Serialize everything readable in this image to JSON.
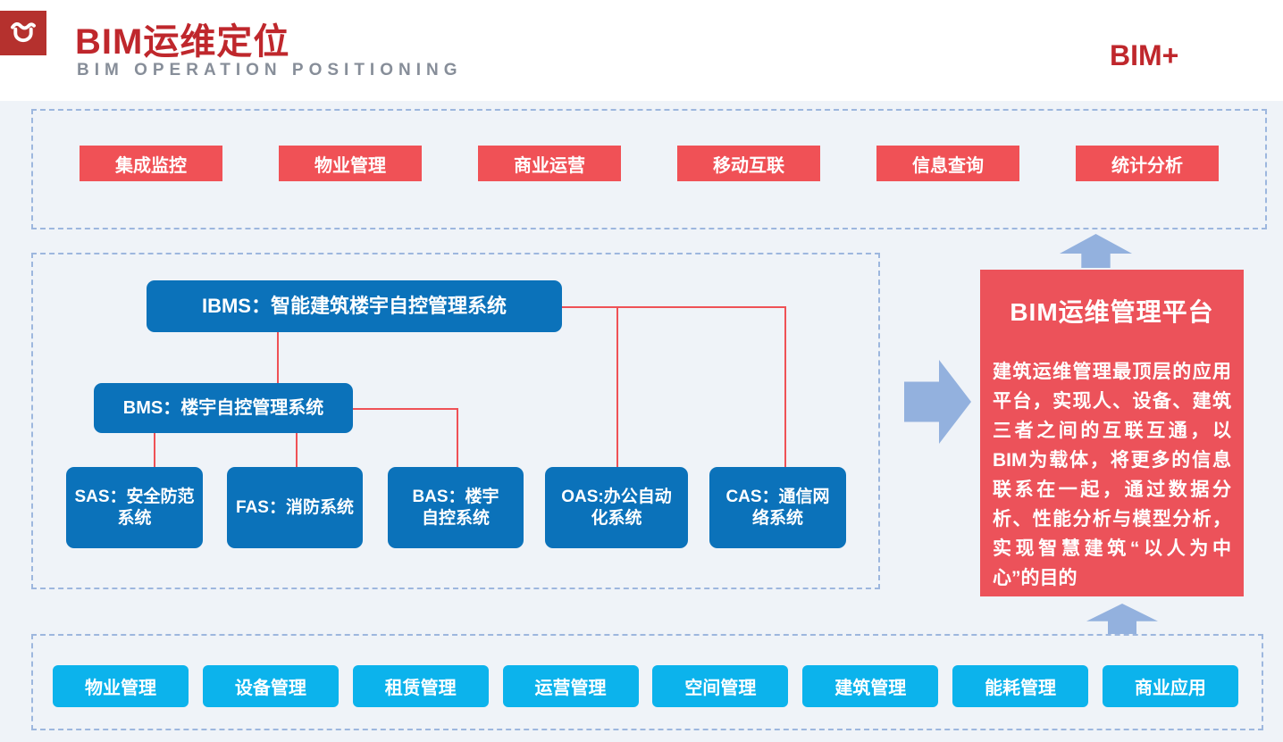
{
  "header": {
    "title": "BIM运维定位",
    "subtitle": "BIM OPERATION POSITIONING",
    "corner_label": "BIM+",
    "logo_icon": "swirl-icon"
  },
  "colors": {
    "title_red": "#bf272c",
    "logo_red": "#b5312e",
    "chip_red": "#f05156",
    "platform_red": "#ec525a",
    "system_blue": "#0b72ba",
    "app_blue": "#0cb3ec",
    "arrow_blue": "#93b1de",
    "connector_red": "#ef5156",
    "dashed_border_blue": "#9db7de",
    "panel_background": "#eff3f8"
  },
  "top_section": {
    "items": [
      "集成监控",
      "物业管理",
      "商业运营",
      "移动互联",
      "信息查询",
      "统计分析"
    ]
  },
  "middle_section": {
    "ibms": "IBMS：智能建筑楼宇自控管理系统",
    "bms": "BMS：楼宇自控管理系统",
    "subsystems": [
      "SAS：安全防范系统",
      "FAS：消防系统",
      "BAS：楼宇自控系统",
      "OAS:办公自动化系统",
      "CAS：通信网络系统"
    ]
  },
  "platform": {
    "title": "BIM运维管理平台",
    "description": "建筑运维管理最顶层的应用平台，实现人、设备、建筑三者之间的互联互通，以BIM为载体，将更多的信息联系在一起，通过数据分析、性能分析与模型分析，实现智慧建筑“以人为中心”的目的"
  },
  "bottom_section": {
    "items": [
      "物业管理",
      "设备管理",
      "租赁管理",
      "运营管理",
      "空间管理",
      "建筑管理",
      "能耗管理",
      "商业应用"
    ]
  }
}
